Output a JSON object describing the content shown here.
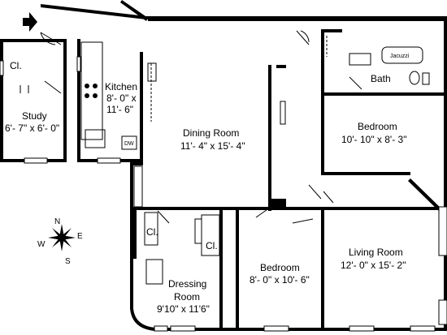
{
  "rooms": {
    "study": {
      "name": "Study",
      "dims": "6'- 7\" x 6'- 0\""
    },
    "closet_study": {
      "name": "Cl."
    },
    "kitchen": {
      "name": "Kitchen",
      "dims_line1": "8'- 0\" x",
      "dims_line2": "11'- 6\""
    },
    "dining": {
      "name": "Dining Room",
      "dims": "11'- 4\" x 15'- 4\""
    },
    "bath": {
      "name": "Bath"
    },
    "jacuzzi": {
      "name": "Jacuzzi"
    },
    "bedroom_upper": {
      "name": "Bedroom",
      "dims": "10'- 10\" x 8'- 3\""
    },
    "bedroom_lower": {
      "name": "Bedroom",
      "dims": "8'- 0\" x 10'- 6\""
    },
    "living": {
      "name": "Living Room",
      "dims": "12'- 0\" x 15'- 2\""
    },
    "dressing": {
      "name_line1": "Dressing",
      "name_line2": "Room",
      "dims": "9'10\" x 11'6\""
    },
    "closet_dress_1": {
      "name": "Cl."
    },
    "closet_dress_2": {
      "name": "Cl."
    },
    "dw": {
      "name": "DW"
    }
  },
  "compass": {
    "n": "N",
    "s": "S",
    "e": "E",
    "w": "W"
  },
  "colors": {
    "wall": "#000000",
    "background": "#ffffff"
  }
}
